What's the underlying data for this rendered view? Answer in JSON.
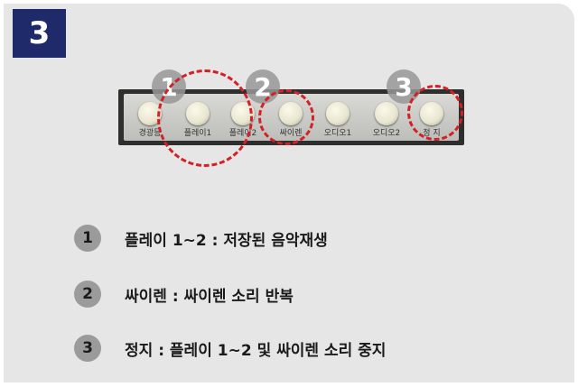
{
  "step": "3",
  "panel": {
    "buttons": [
      {
        "label": "경광등"
      },
      {
        "label": "플레이1"
      },
      {
        "label": "플레이2"
      },
      {
        "label": "싸이렌"
      },
      {
        "label": "오디오1"
      },
      {
        "label": "오디오2"
      },
      {
        "label": "정 지"
      }
    ]
  },
  "callouts": [
    "1",
    "2",
    "3"
  ],
  "legend": [
    {
      "num": "1",
      "text": "플레이 1~2 : 저장된 음악재생"
    },
    {
      "num": "2",
      "text": "싸이렌 : 싸이렌 소리 반복"
    },
    {
      "num": "3",
      "text": "정지 : 플레이 1~2 및 싸이렌 소리 중지"
    }
  ],
  "colors": {
    "badge": "#1f2a6b",
    "ring": "#d42026",
    "card": "#e6e6e6"
  }
}
